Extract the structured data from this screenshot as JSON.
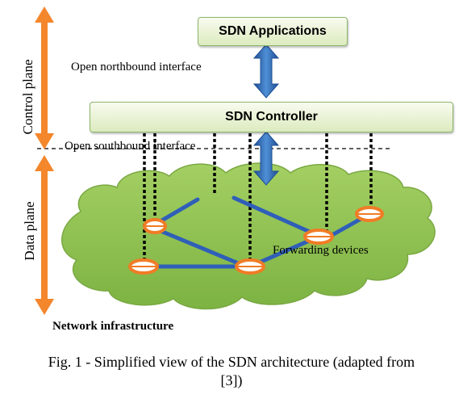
{
  "boxes": {
    "applications": "SDN Applications",
    "controller": "SDN Controller"
  },
  "interfaces": {
    "northbound": "Open northbound interface",
    "southbound": "Open southbound interface"
  },
  "planes": {
    "control": "Control plane",
    "data": "Data plane"
  },
  "labels": {
    "forwarding_devices": "Forwarding devices",
    "network_infrastructure": "Network infrastructure"
  },
  "caption": {
    "line1": "Fig. 1 - Simplified view of the SDN architecture (adapted from",
    "line2": "[3])"
  },
  "colors": {
    "cloud": "#8dc04e",
    "link": "#2f5fb8",
    "arrow": "#2e6db4",
    "plane_arrow": "#f4862c",
    "box_border": "#8db56a",
    "device_ring": "#f07c26"
  }
}
